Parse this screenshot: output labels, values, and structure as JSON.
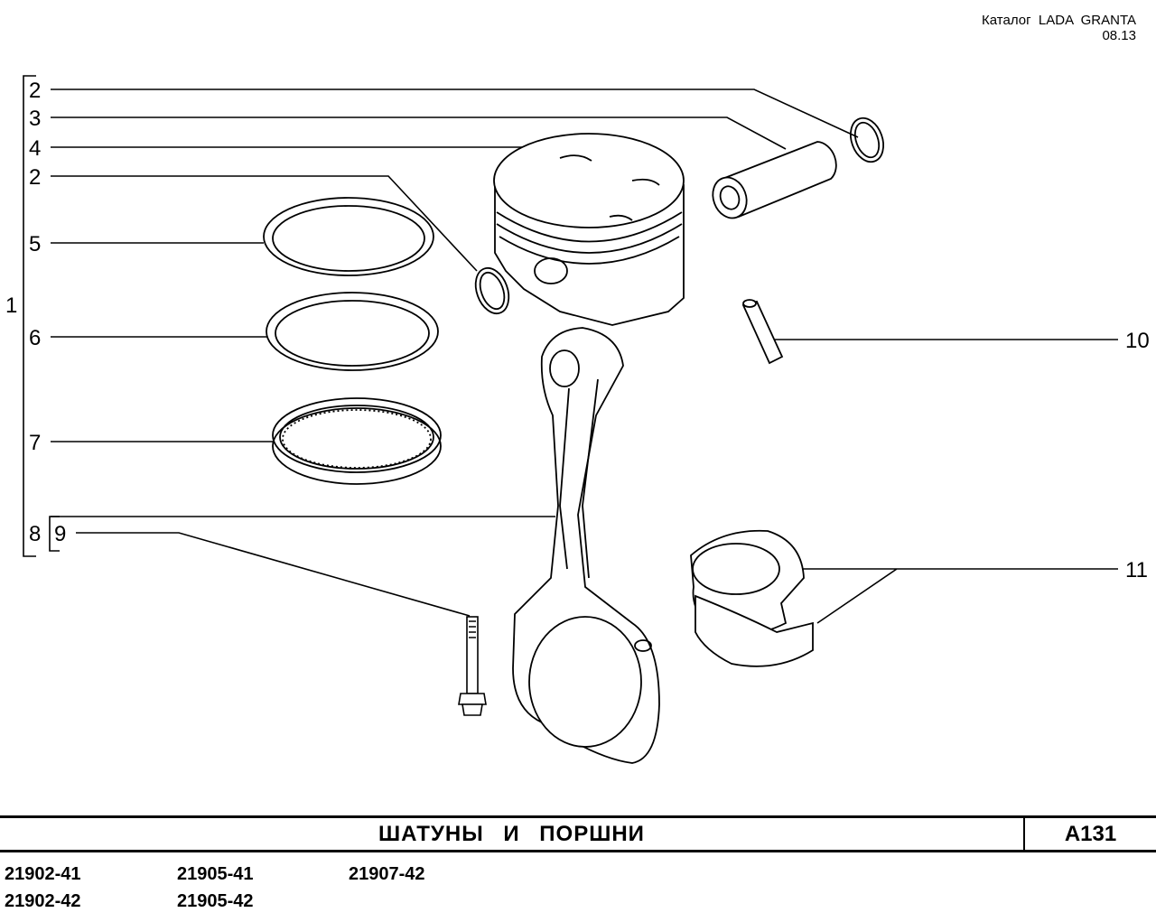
{
  "header": {
    "catalog": "Каталог  LADA  GRANTA",
    "date": "08.13"
  },
  "callouts": {
    "c1": "1",
    "c2a": "2",
    "c3": "3",
    "c4": "4",
    "c2b": "2",
    "c5": "5",
    "c6": "6",
    "c7": "7",
    "c8": "8",
    "c9": "9",
    "c10": "10",
    "c11": "11"
  },
  "title": {
    "text": "ШАТУНЫ  И  ПОРШНИ",
    "code": "A131"
  },
  "models": [
    "21902-41",
    "21902-42",
    "21905-41",
    "21905-42",
    "21907-42"
  ]
}
